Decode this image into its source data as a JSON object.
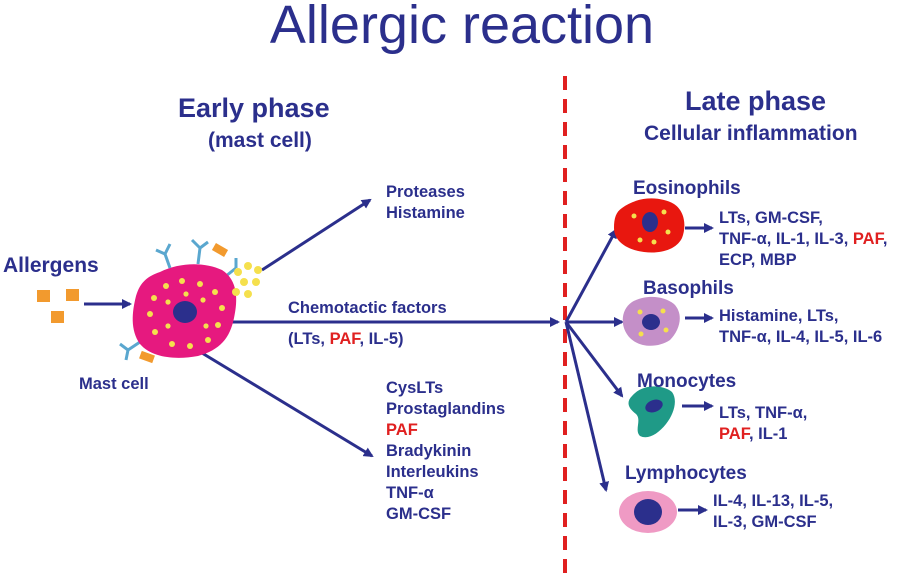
{
  "title": "Allergic reaction",
  "colors": {
    "navy": "#2b2f8c",
    "red": "#e02020",
    "mast_cell": "#e6197f",
    "eosinophil": "#e8170f",
    "basophil": "#c48fc8",
    "monocyte": "#1f9a87",
    "lymphocyte": "#ef9ac4",
    "allergen": "#f29a2e"
  },
  "early": {
    "title": "Early phase",
    "subtitle": "(mast cell)",
    "allergens": "Allergens",
    "mast_cell": "Mast cell",
    "top_products": [
      "Proteases",
      "Histamine"
    ],
    "chemotactic": {
      "label": "Chemotactic factors",
      "open": "(LTs, ",
      "paf": "PAF",
      "close": ", IL-5)"
    },
    "bottom_products": [
      "CysLTs",
      "Prostaglandins",
      "PAF",
      "Bradykinin",
      "Interleukins",
      "TNF-α",
      "GM-CSF"
    ]
  },
  "late": {
    "title": "Late phase",
    "subtitle": "Cellular inflammation",
    "eosinophils": {
      "name": "Eosinophils",
      "line1": "LTs, GM-CSF,",
      "line2a": "TNF-α, IL-1, IL-3, ",
      "line2b": "PAF",
      "line2c": ",",
      "line3": "ECP, MBP"
    },
    "basophils": {
      "name": "Basophils",
      "line1": "Histamine, LTs,",
      "line2": "TNF-α, IL-4, IL-5, IL-6"
    },
    "monocytes": {
      "name": "Monocytes",
      "line1": "LTs, TNF-α,",
      "line2a": "PAF",
      "line2b": ", IL-1"
    },
    "lymphocytes": {
      "name": "Lymphocytes",
      "line1": "IL-4, IL-13, IL-5,",
      "line2": "IL-3, GM-CSF"
    }
  }
}
